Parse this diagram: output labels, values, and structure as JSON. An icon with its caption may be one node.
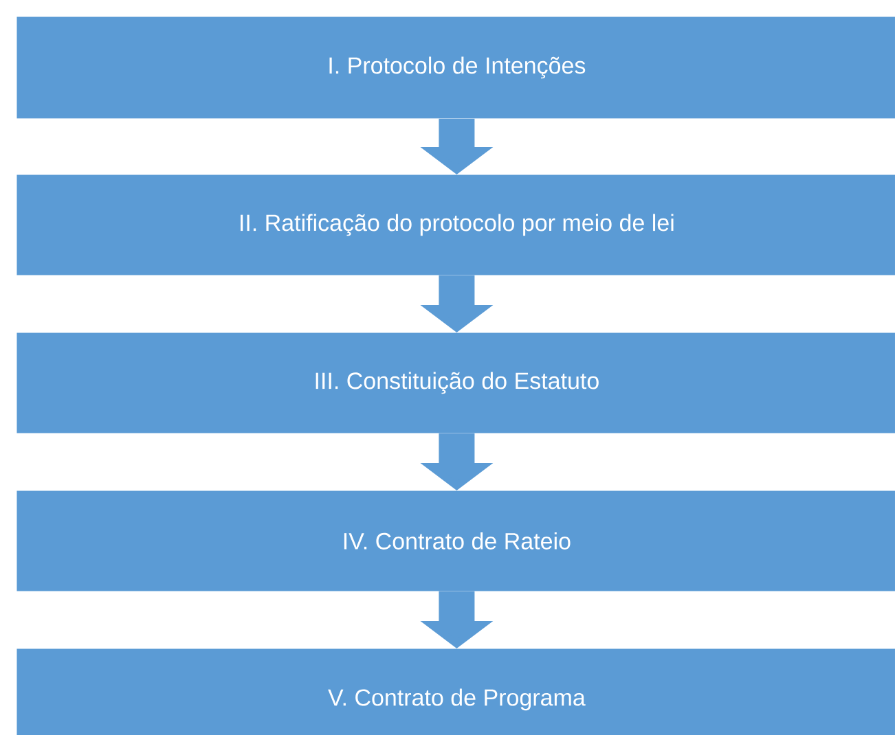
{
  "diagram": {
    "nodes": [
      {
        "text": [
          "I. Protocolo de Intenções"
        ]
      },
      {
        "text": [
          "II. Ratificação do protocolo por meio de lei"
        ]
      },
      {
        "text": [
          "III. Constituição do Estatuto"
        ]
      },
      {
        "text": [
          "IV. Contrato de Rateio"
        ]
      },
      {
        "text": [
          "V. Contrato de Programa"
        ]
      }
    ],
    "edges": [
      {
        "from": 0,
        "to": 1,
        "arrow": "to"
      },
      {
        "from": 1,
        "to": 2,
        "arrow": "to"
      },
      {
        "from": 2,
        "to": 3,
        "arrow": "to"
      },
      {
        "from": 3,
        "to": 4,
        "arrow": "to"
      }
    ]
  }
}
